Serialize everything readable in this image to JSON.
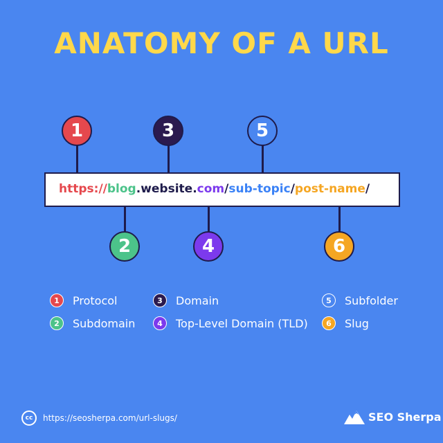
{
  "title": "ANATOMY OF A URL",
  "url": {
    "segments": [
      {
        "text": "https://",
        "color": "#e5484d"
      },
      {
        "text": "blog",
        "color": "#4cc38a"
      },
      {
        "text": ".",
        "color": "#1e1b4b"
      },
      {
        "text": "website",
        "color": "#1e1b4b"
      },
      {
        "text": ".",
        "color": "#1e1b4b"
      },
      {
        "text": "com",
        "color": "#7c3aed"
      },
      {
        "text": "/",
        "color": "#1e1b4b"
      },
      {
        "text": "sub-topic",
        "color": "#3b82f6"
      },
      {
        "text": "/",
        "color": "#1e1b4b"
      },
      {
        "text": "post-name",
        "color": "#f5a623"
      },
      {
        "text": "/",
        "color": "#1e1b4b"
      }
    ]
  },
  "badges": [
    {
      "number": "1",
      "color": "#e5484d"
    },
    {
      "number": "2",
      "color": "#4cc38a"
    },
    {
      "number": "3",
      "color": "#2b1a4f"
    },
    {
      "number": "4",
      "color": "#7c3aed"
    },
    {
      "number": "5",
      "color": "#4a86f0"
    },
    {
      "number": "6",
      "color": "#f5a623"
    }
  ],
  "legend": [
    {
      "number": "1",
      "label": "Protocol",
      "color": "#e5484d"
    },
    {
      "number": "2",
      "label": "Subdomain",
      "color": "#4cc38a"
    },
    {
      "number": "3",
      "label": "Domain",
      "color": "#2b1a4f"
    },
    {
      "number": "4",
      "label": "Top-Level Domain (TLD)",
      "color": "#7c3aed"
    },
    {
      "number": "5",
      "label": "Subfolder",
      "color": "#4a86f0"
    },
    {
      "number": "6",
      "label": "Slug",
      "color": "#f5a623"
    }
  ],
  "footer": {
    "cc_label": "cc",
    "link": "https://seosherpa.com/url-slugs/",
    "brand": "SEO Sherpa"
  }
}
